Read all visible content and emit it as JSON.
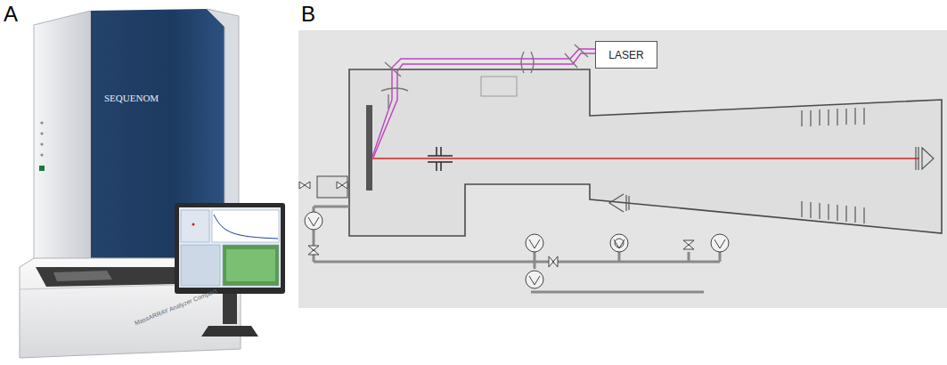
{
  "diagram": {
    "nodes": [
      {
        "text": [
          "LASER"
        ]
      }
    ],
    "labels": [
      "A",
      "B",
      "SEQUENOM",
      "MassARRAY Analyzer Compact"
    ]
  }
}
